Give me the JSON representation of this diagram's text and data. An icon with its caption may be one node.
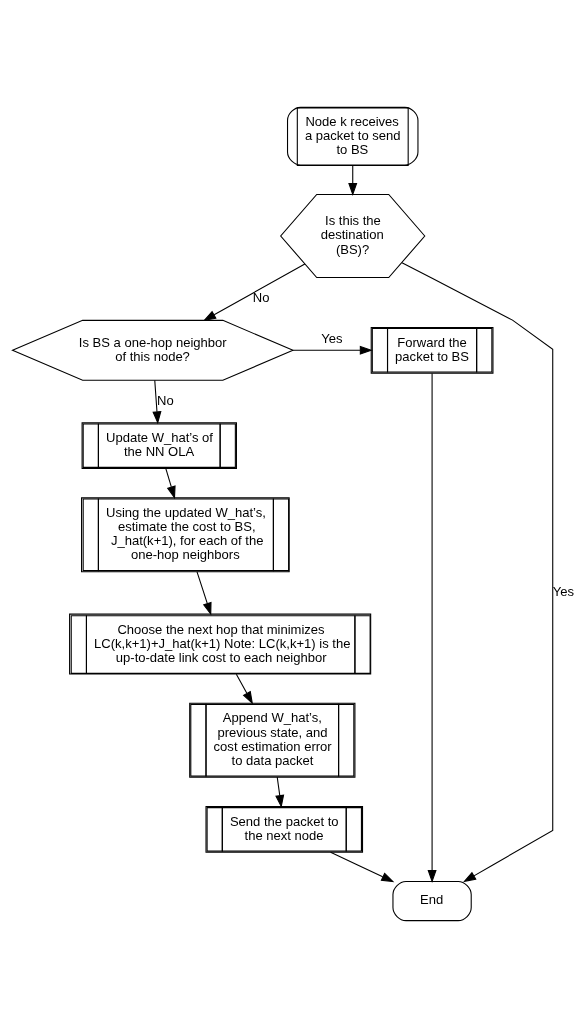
{
  "diagram": {
    "nodes": [
      {
        "text": [
          "Node k receives  a packet to send to BS"
        ]
      },
      {
        "text": [
          "Is this the destination (BS)?"
        ]
      },
      {
        "text": [
          "Is BS a one-hop neighbor of this node?"
        ]
      },
      {
        "text": [
          "Forward the packet to BS"
        ]
      },
      {
        "text": [
          "Update W_hat’s of the NN OLA"
        ]
      },
      {
        "text": [
          "Using the updated W_hat’s, estimate the cost to BS, J_hat(k+1), for each of the one-hop neighbors"
        ]
      },
      {
        "text": [
          "Choose the next hop that minimizes LC(k,k+1)+J_hat(k+1) Note: LC(k,k+1) is the up-to-date link cost to each neighbor"
        ]
      },
      {
        "text": [
          "Append W_hat’s, previous state, and cost estimation error to data packet"
        ]
      },
      {
        "text": [
          "Send the packet to the next node"
        ]
      },
      {
        "text": [
          "End"
        ]
      }
    ],
    "edges": [
      {
        "from": 0,
        "to": 1,
        "arrow": "to"
      },
      {
        "from": 1,
        "to": 2,
        "arrow": "to",
        "label": "No"
      },
      {
        "from": 1,
        "to": 9,
        "arrow": "to",
        "label": "Yes"
      },
      {
        "from": 2,
        "to": 3,
        "arrow": "to",
        "label": "Yes"
      },
      {
        "from": 2,
        "to": 4,
        "arrow": "to",
        "label": "No"
      },
      {
        "from": 4,
        "to": 5,
        "arrow": "to"
      },
      {
        "from": 5,
        "to": 6,
        "arrow": "to"
      },
      {
        "from": 6,
        "to": 7,
        "arrow": "to"
      },
      {
        "from": 7,
        "to": 8,
        "arrow": "to"
      },
      {
        "from": 8,
        "to": 9,
        "arrow": "to"
      },
      {
        "from": 3,
        "to": 9,
        "arrow": "to"
      }
    ]
  }
}
